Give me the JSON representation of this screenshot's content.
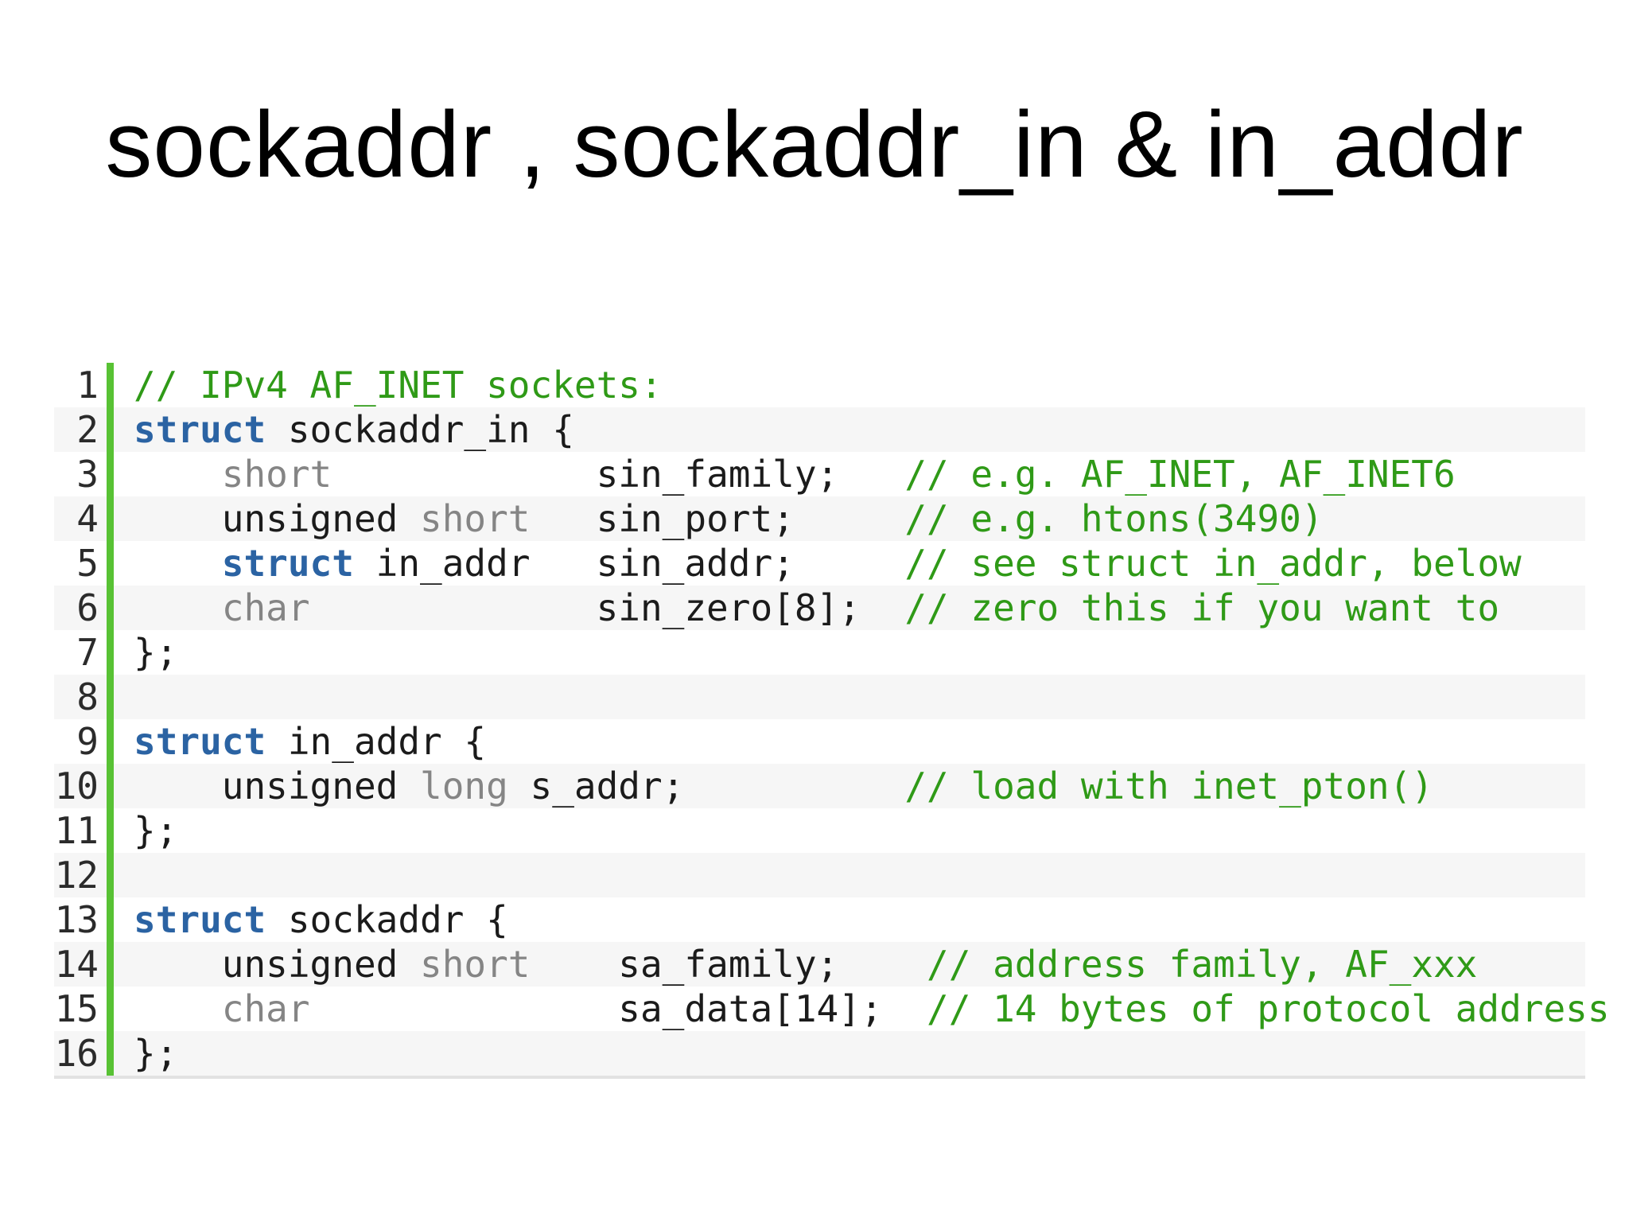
{
  "title": "sockaddr , sockaddr_in & in_addr",
  "code_lines": [
    {
      "number": "1",
      "segments": [
        {
          "text": "// IPv4 AF_INET sockets:",
          "kind": "comment"
        }
      ]
    },
    {
      "number": "2",
      "segments": [
        {
          "text": "struct",
          "kind": "keyword"
        },
        {
          "text": " sockaddr_in {",
          "kind": "plain"
        }
      ]
    },
    {
      "number": "3",
      "segments": [
        {
          "text": "    ",
          "kind": "plain"
        },
        {
          "text": "short",
          "kind": "type"
        },
        {
          "text": "            sin_family;   ",
          "kind": "plain"
        },
        {
          "text": "// e.g. AF_INET, AF_INET6",
          "kind": "comment"
        }
      ]
    },
    {
      "number": "4",
      "segments": [
        {
          "text": "    unsigned ",
          "kind": "plain"
        },
        {
          "text": "short",
          "kind": "type"
        },
        {
          "text": "   sin_port;     ",
          "kind": "plain"
        },
        {
          "text": "// e.g. htons(3490)",
          "kind": "comment"
        }
      ]
    },
    {
      "number": "5",
      "segments": [
        {
          "text": "    ",
          "kind": "plain"
        },
        {
          "text": "struct",
          "kind": "keyword"
        },
        {
          "text": " in_addr   sin_addr;     ",
          "kind": "plain"
        },
        {
          "text": "// see struct in_addr, below",
          "kind": "comment"
        }
      ]
    },
    {
      "number": "6",
      "segments": [
        {
          "text": "    ",
          "kind": "plain"
        },
        {
          "text": "char",
          "kind": "type"
        },
        {
          "text": "             sin_zero[8];  ",
          "kind": "plain"
        },
        {
          "text": "// zero this if you want to",
          "kind": "comment"
        }
      ]
    },
    {
      "number": "7",
      "segments": [
        {
          "text": "};",
          "kind": "plain"
        }
      ]
    },
    {
      "number": "8",
      "segments": []
    },
    {
      "number": "9",
      "segments": [
        {
          "text": "struct",
          "kind": "keyword"
        },
        {
          "text": " in_addr {",
          "kind": "plain"
        }
      ]
    },
    {
      "number": "10",
      "segments": [
        {
          "text": "    unsigned ",
          "kind": "plain"
        },
        {
          "text": "long",
          "kind": "type"
        },
        {
          "text": " s_addr;          ",
          "kind": "plain"
        },
        {
          "text": "// load with inet_pton()",
          "kind": "comment"
        }
      ]
    },
    {
      "number": "11",
      "segments": [
        {
          "text": "};",
          "kind": "plain"
        }
      ]
    },
    {
      "number": "12",
      "segments": []
    },
    {
      "number": "13",
      "segments": [
        {
          "text": "struct",
          "kind": "keyword"
        },
        {
          "text": " sockaddr {",
          "kind": "plain"
        }
      ]
    },
    {
      "number": "14",
      "segments": [
        {
          "text": "    unsigned ",
          "kind": "plain"
        },
        {
          "text": "short",
          "kind": "type"
        },
        {
          "text": "    sa_family;    ",
          "kind": "plain"
        },
        {
          "text": "// address family, AF_xxx",
          "kind": "comment"
        }
      ]
    },
    {
      "number": "15",
      "segments": [
        {
          "text": "    ",
          "kind": "plain"
        },
        {
          "text": "char",
          "kind": "type"
        },
        {
          "text": "              sa_data[14];  ",
          "kind": "plain"
        },
        {
          "text": "// 14 bytes of protocol address",
          "kind": "comment"
        }
      ]
    },
    {
      "number": "16",
      "segments": [
        {
          "text": "};",
          "kind": "plain"
        }
      ]
    }
  ],
  "colors": {
    "keyword": "#2b63a3",
    "type": "#858585",
    "comment": "#2f9a17",
    "plain": "#1b1b1b",
    "gutter_bar": "#58c234"
  }
}
